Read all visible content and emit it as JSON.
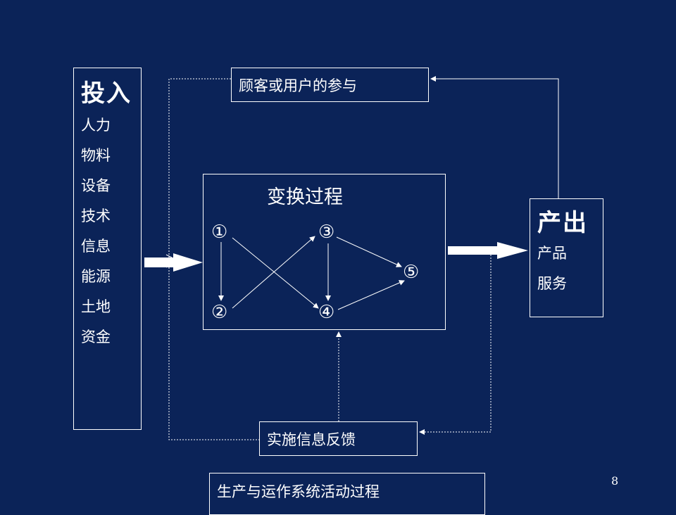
{
  "input": {
    "title": "投入",
    "items": [
      "人力",
      "物料",
      "设备",
      "技术",
      "信息",
      "能源",
      "土地",
      "资金"
    ]
  },
  "customer": {
    "label": "顾客或用户的参与"
  },
  "transform": {
    "title": "变换过程",
    "nodes": [
      "①",
      "②",
      "③",
      "④",
      "⑤"
    ]
  },
  "output": {
    "title": "产出",
    "items": [
      "产品",
      "服务"
    ]
  },
  "feedback": {
    "label": "实施信息反馈"
  },
  "caption": "生产与运作系统活动过程",
  "page_number": "8",
  "colors": {
    "background": "#0b2358",
    "foreground": "#ffffff"
  }
}
